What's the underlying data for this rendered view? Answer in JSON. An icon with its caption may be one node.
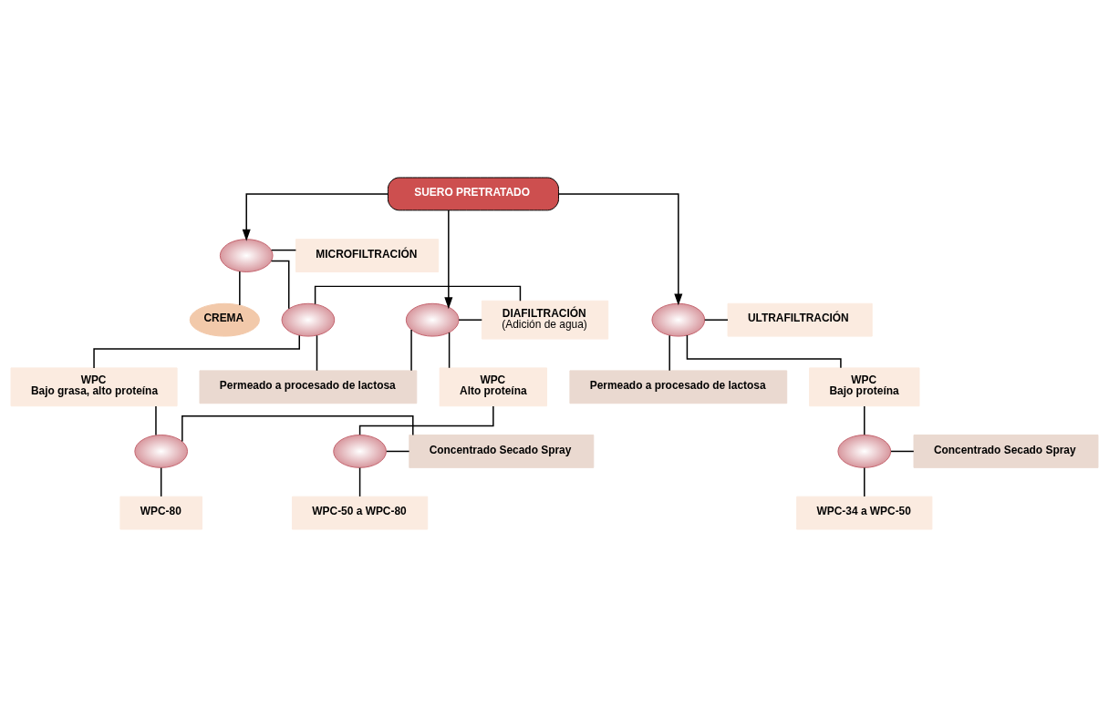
{
  "diagram": {
    "nodes": [
      {
        "text": [
          "SUERO PRETRATADO"
        ]
      },
      {
        "text": [],
        "shape": "ellipse"
      },
      {
        "text": [
          "MICROFILTRACIÓN"
        ]
      },
      {
        "text": [
          "CREMA"
        ]
      },
      {
        "text": [],
        "shape": "ellipse"
      },
      {
        "text": [
          "DIAFILTRACIÓN",
          "(Adición de agua)"
        ]
      },
      {
        "text": [],
        "shape": "ellipse"
      },
      {
        "text": [],
        "shape": "ellipse"
      },
      {
        "text": [
          "ULTRAFILTRACIÓN"
        ]
      },
      {
        "text": [
          "Permeado a procesado de lactosa"
        ]
      },
      {
        "text": [
          "Permeado a procesado de lactosa"
        ]
      },
      {
        "text": [
          "WPC",
          "Bajo grasa, alto proteína"
        ]
      },
      {
        "text": [
          "WPC",
          "Alto proteína"
        ]
      },
      {
        "text": [
          "WPC",
          "Bajo proteína"
        ]
      },
      {
        "text": [],
        "shape": "ellipse"
      },
      {
        "text": [
          "Concentrado Secado Spray"
        ]
      },
      {
        "text": [],
        "shape": "ellipse"
      },
      {
        "text": [],
        "shape": "ellipse"
      },
      {
        "text": [
          "Concentrado Secado Spray"
        ]
      },
      {
        "text": [
          "WPC-80"
        ]
      },
      {
        "text": [
          "WPC-50 a WPC-80"
        ]
      },
      {
        "text": [
          "WPC-34 a WPC-50"
        ]
      }
    ],
    "edges": [
      {
        "from": 0,
        "to": 1,
        "arrow": "to"
      },
      {
        "from": 0,
        "to": 6,
        "arrow": "to"
      },
      {
        "from": 0,
        "to": 7,
        "arrow": "to"
      },
      {
        "from": 1,
        "to": 2,
        "arrow": "none"
      },
      {
        "from": 1,
        "to": 3,
        "arrow": "none"
      },
      {
        "from": 1,
        "to": 4,
        "arrow": "none"
      },
      {
        "from": 4,
        "to": 5,
        "arrow": "none"
      },
      {
        "from": 6,
        "to": 5,
        "arrow": "none"
      },
      {
        "from": 7,
        "to": 8,
        "arrow": "none"
      },
      {
        "from": 4,
        "to": 9,
        "arrow": "none"
      },
      {
        "from": 6,
        "to": 9,
        "arrow": "none"
      },
      {
        "from": 7,
        "to": 10,
        "arrow": "none"
      },
      {
        "from": 4,
        "to": 11,
        "arrow": "none"
      },
      {
        "from": 6,
        "to": 12,
        "arrow": "none"
      },
      {
        "from": 7,
        "to": 13,
        "arrow": "none"
      },
      {
        "from": 11,
        "to": 14,
        "arrow": "none"
      },
      {
        "from": 14,
        "to": 15,
        "arrow": "none"
      },
      {
        "from": 16,
        "to": 15,
        "arrow": "none"
      },
      {
        "from": 12,
        "to": 16,
        "arrow": "none"
      },
      {
        "from": 13,
        "to": 17,
        "arrow": "none"
      },
      {
        "from": 17,
        "to": 18,
        "arrow": "none"
      },
      {
        "from": 14,
        "to": 19,
        "arrow": "none"
      },
      {
        "from": 16,
        "to": 20,
        "arrow": "none"
      },
      {
        "from": 17,
        "to": 21,
        "arrow": "none"
      }
    ]
  }
}
